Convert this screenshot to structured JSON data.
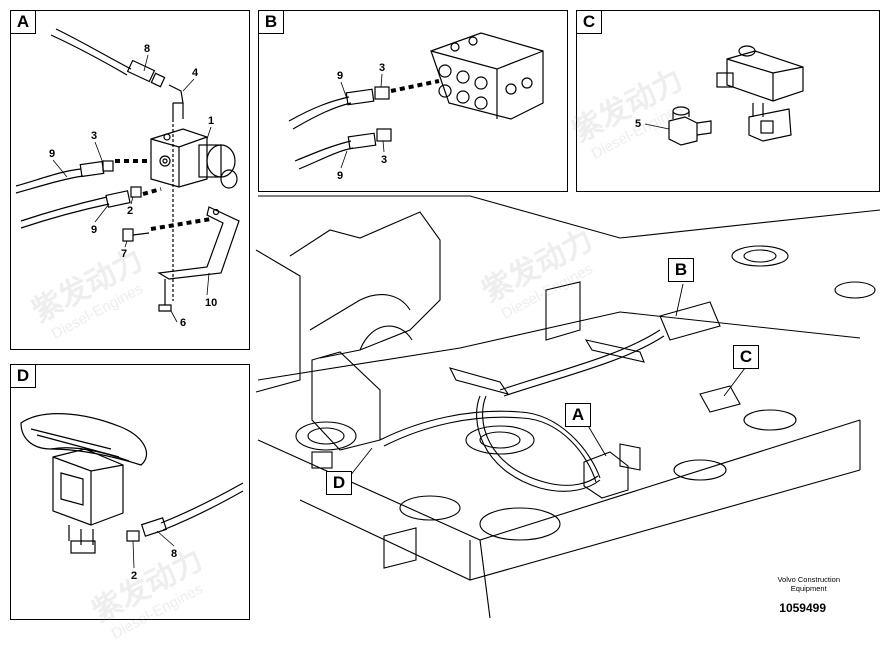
{
  "panels": {
    "A": {
      "label": "A",
      "parts": [
        "8",
        "4",
        "1",
        "3",
        "9",
        "2",
        "9",
        "7",
        "10",
        "6"
      ]
    },
    "B": {
      "label": "B",
      "parts": [
        "9",
        "3",
        "3",
        "9"
      ]
    },
    "C": {
      "label": "C",
      "parts": [
        "5"
      ]
    },
    "D": {
      "label": "D",
      "parts": [
        "2",
        "8"
      ]
    }
  },
  "main": {
    "callouts": [
      "B",
      "C",
      "A",
      "D"
    ]
  },
  "footer": {
    "brand_line1": "Volvo Construction",
    "brand_line2": "Equipment",
    "doc_number": "1059499"
  },
  "watermark": {
    "text": "紫发动力",
    "subtext": "Diesel-Engines"
  }
}
